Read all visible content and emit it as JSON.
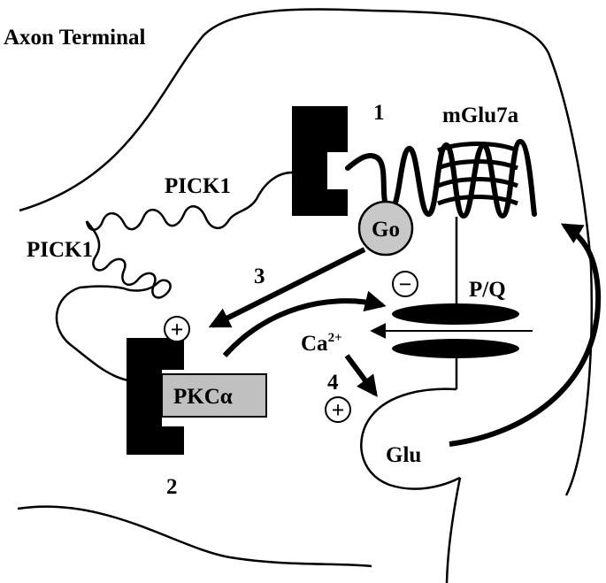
{
  "title": "Axon Terminal",
  "receptor": "mGlu7a",
  "scaffold_upper": "PICK1",
  "scaffold_lower": "PICK1",
  "g_protein": "Go",
  "kinase_main": "PKC",
  "kinase_suffix": "α",
  "channel": "P/Q",
  "ion_main": "Ca",
  "ion_charge": "2+",
  "transmitter": "Glu",
  "step_1": "1",
  "step_2": "2",
  "step_3": "3",
  "step_4": "4",
  "plus_sign": "+",
  "minus_sign": "−",
  "colors": {
    "line": "#000000",
    "go_fill": "#c8c8c8",
    "pkc_fill": "#c0c0c0",
    "background": "#ffffff"
  }
}
